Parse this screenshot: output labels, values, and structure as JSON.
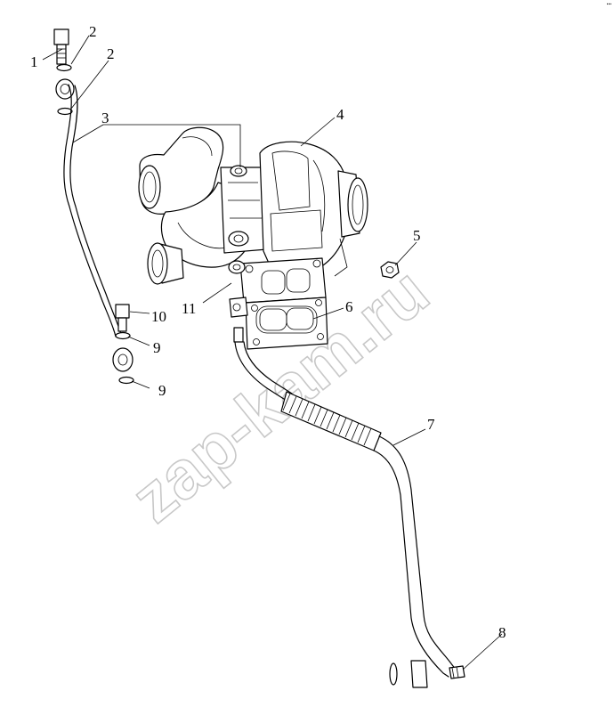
{
  "diagram": {
    "watermark": "zap-kam.ru",
    "corner_mark": "▪▪▪",
    "callouts": [
      "1",
      "2",
      "2",
      "3",
      "4",
      "5",
      "6",
      "7",
      "8",
      "9",
      "9",
      "10",
      "11"
    ]
  }
}
